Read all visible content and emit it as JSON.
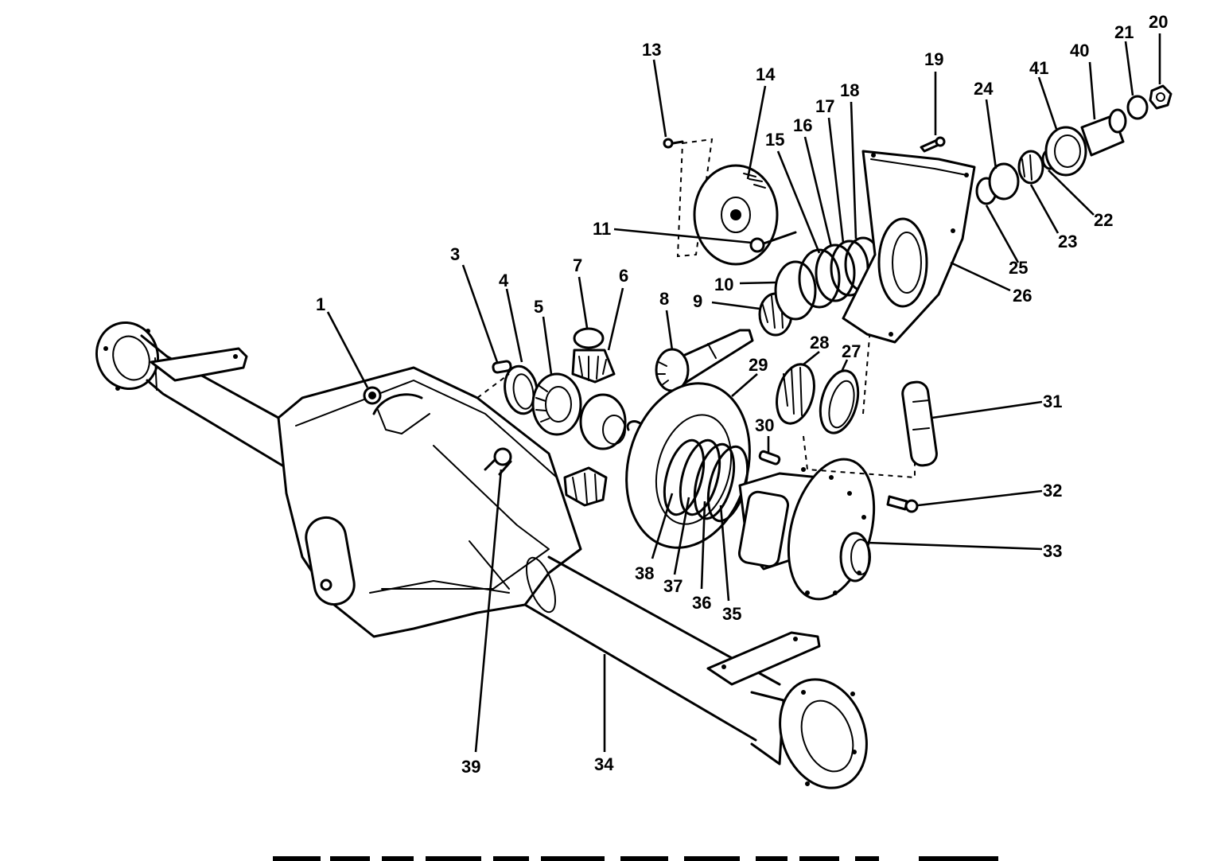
{
  "callouts": [
    "1",
    "3",
    "4",
    "5",
    "6",
    "7",
    "8",
    "9",
    "10",
    "11",
    "13",
    "14",
    "15",
    "16",
    "17",
    "18",
    "19",
    "20",
    "21",
    "22",
    "23",
    "24",
    "25",
    "26",
    "27",
    "28",
    "29",
    "30",
    "31",
    "32",
    "33",
    "34",
    "35",
    "36",
    "37",
    "38",
    "39",
    "40",
    "41"
  ]
}
